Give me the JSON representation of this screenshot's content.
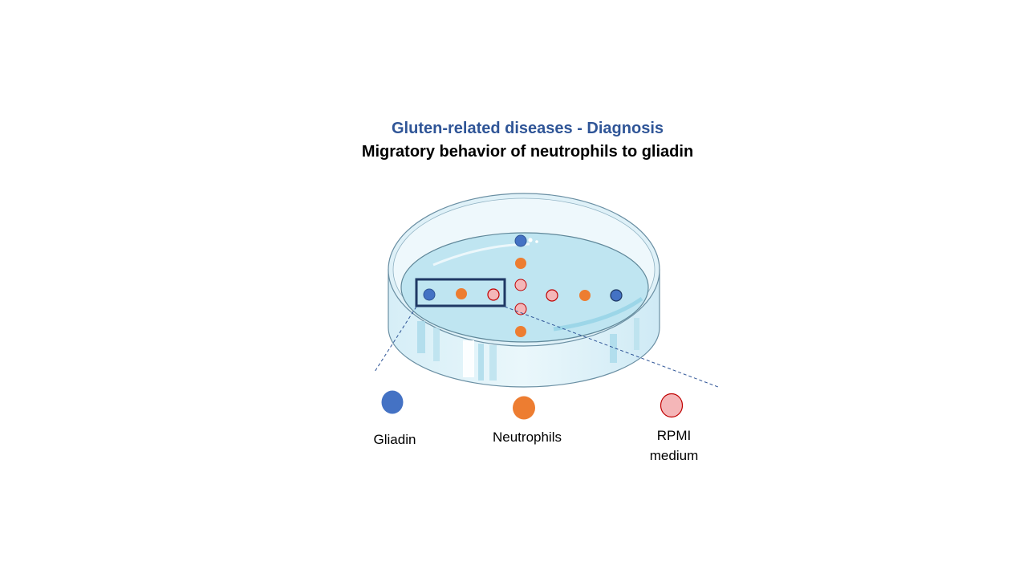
{
  "title": "Gluten-related diseases - Diagnosis",
  "subtitle": "Migratory behavior of neutrophils to gliadin",
  "colors": {
    "title": "#2F5597",
    "gliadin": "#4472C4",
    "neutrophils": "#ED7D31",
    "rpmi_fill": "#F4B6B8",
    "rpmi_stroke": "#C00000",
    "highlight_box": "#1F3864"
  },
  "legend": {
    "gliadin": "Gliadin",
    "neutrophils": "Neutrophils",
    "rpmi_line1": "RPMI",
    "rpmi_line2": "medium"
  }
}
